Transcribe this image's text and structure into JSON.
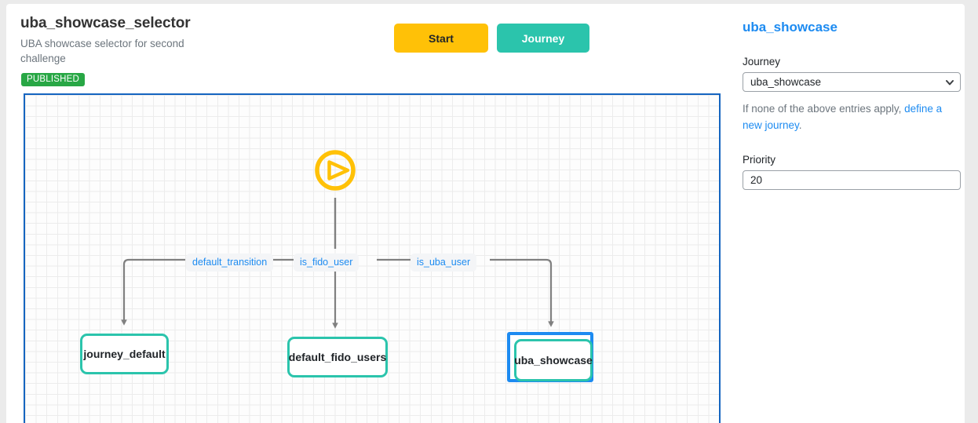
{
  "header": {
    "title": "uba_showcase_selector",
    "subtitle": "UBA showcase selector for second challenge",
    "status_badge": "PUBLISHED"
  },
  "toolbar": {
    "start_label": "Start",
    "journey_label": "Journey",
    "start_color": "#ffc107",
    "journey_color": "#2bc4ac"
  },
  "flow": {
    "start_node": {
      "name": "start-node",
      "icon": "play-circle-icon",
      "color": "#ffc107"
    },
    "edges": [
      {
        "label": "default_transition",
        "target": "journey_default"
      },
      {
        "label": "is_fido_user",
        "target": "default_fido_users"
      },
      {
        "label": "is_uba_user",
        "target": "uba_showcase"
      }
    ],
    "nodes": [
      {
        "label": "journey_default",
        "selected": false
      },
      {
        "label": "default_fido_users",
        "selected": false
      },
      {
        "label": "uba_showcase",
        "selected": true
      }
    ],
    "node_border_color": "#2bc4ac",
    "selection_color": "#1d8bf1",
    "canvas_border_color": "#1565c0",
    "edge_color": "#808080"
  },
  "panel": {
    "title": "uba_showcase",
    "journey_label": "Journey",
    "journey_value": "uba_showcase",
    "journey_options": [
      "uba_showcase"
    ],
    "helper_prefix": "If none of the above entries apply, ",
    "helper_link": "define a new journey",
    "helper_suffix": ".",
    "priority_label": "Priority",
    "priority_value": "20",
    "chevron_icon": "chevron-down-icon"
  }
}
